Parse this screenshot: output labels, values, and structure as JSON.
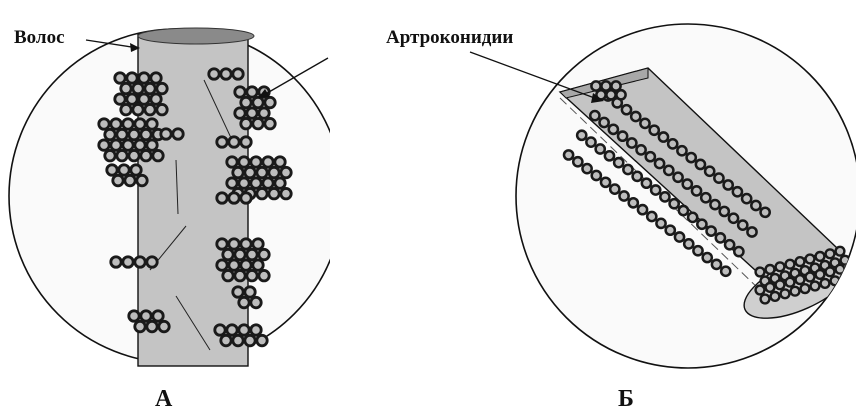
{
  "panel_a": {
    "callout_label": "Волос",
    "panel_letter": "А"
  },
  "panel_b": {
    "callout_label": "Артроконидии",
    "panel_letter": "Б"
  },
  "colors": {
    "hair_fill": "#c4c4c4",
    "hair_cap": "#8a8a8a",
    "spore_ring": "#1a1a1a",
    "spore_core": "#bdbdbd",
    "outline": "#111111"
  }
}
